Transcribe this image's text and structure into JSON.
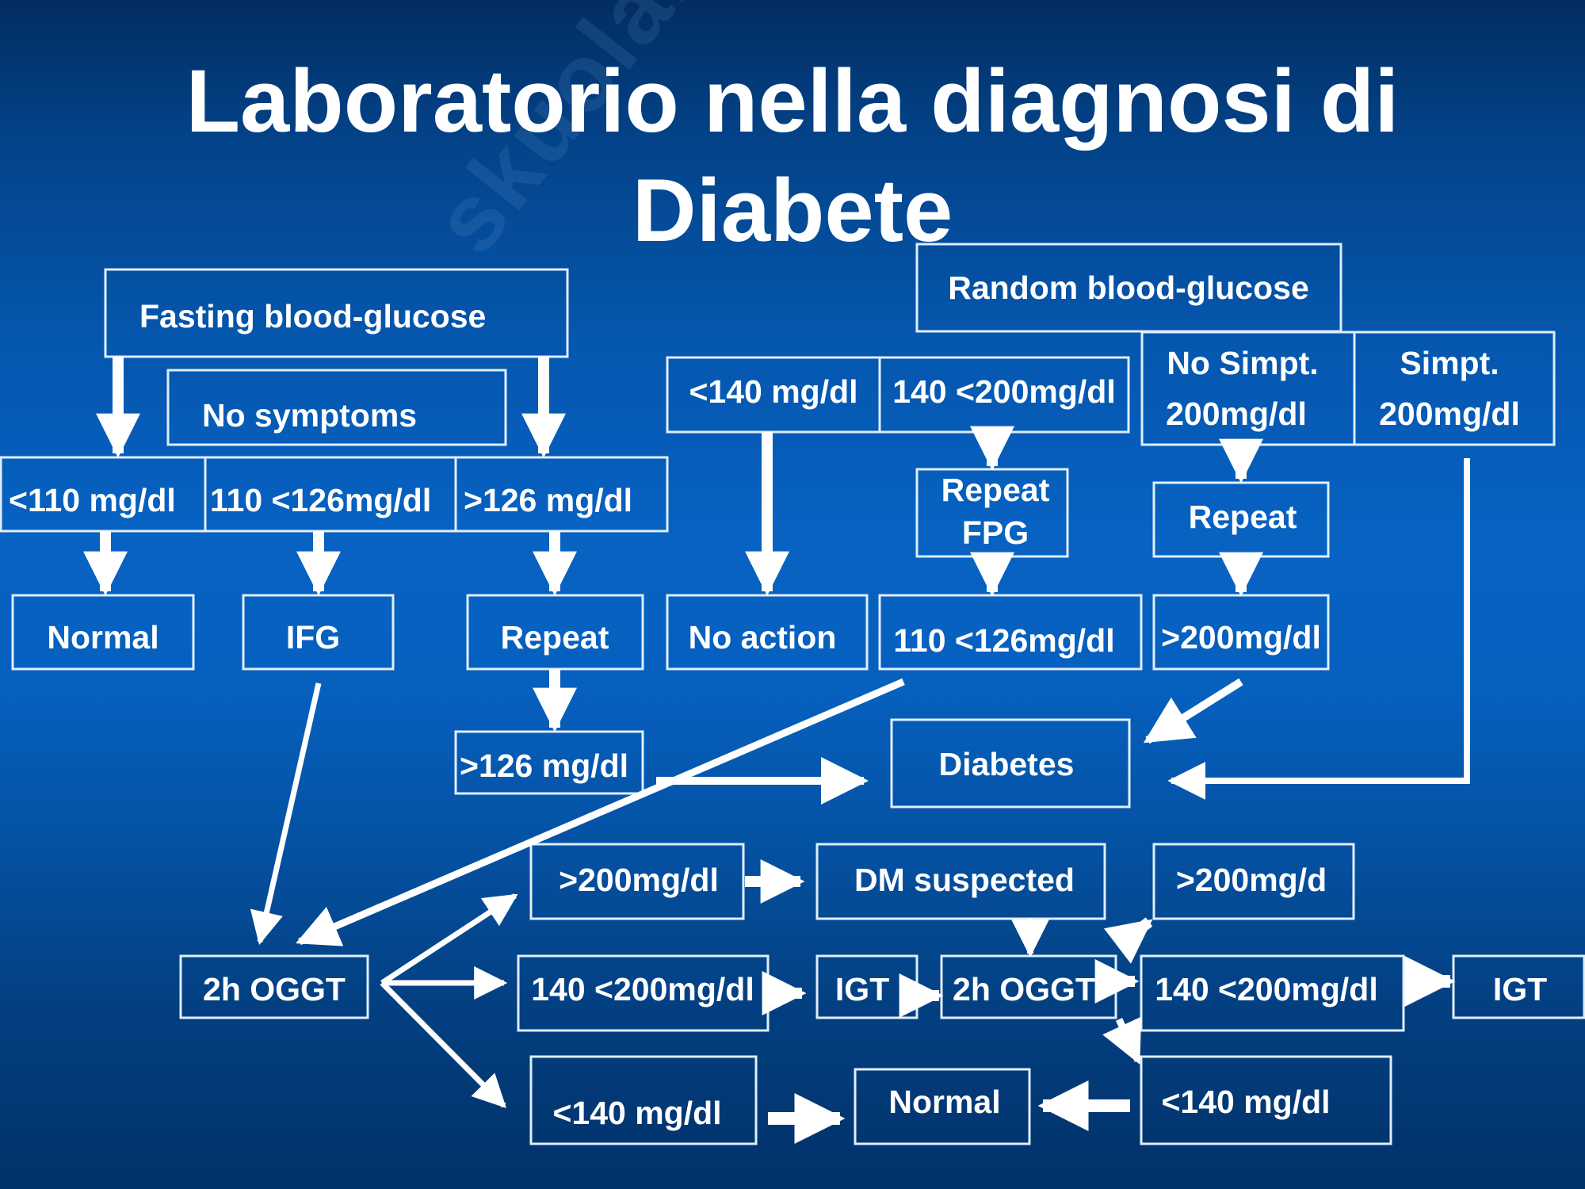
{
  "slide": {
    "title_line1": "Laboratorio nella diagnosi di",
    "title_line2": "Diabete",
    "watermark": "skuola.net",
    "colors": {
      "background_top": "#022d62",
      "background_mid": "#0762c2",
      "box_stroke": "#dfeefb",
      "text": "#ffffff",
      "arrow": "#ffffff"
    }
  },
  "fasting": {
    "header": "Fasting blood-glucose",
    "condition": "No symptoms",
    "ranges": [
      "<110 mg/dl",
      "110 <126mg/dl",
      ">126 mg/dl"
    ],
    "outcomes": [
      "Normal",
      "IFG",
      "Repeat"
    ],
    "repeat_result": ">126 mg/dl"
  },
  "random": {
    "header": "Random blood-glucose",
    "ranges": [
      "<140 mg/dl",
      "140 <200mg/dl"
    ],
    "no_symptoms": {
      "line1": "No Simpt.",
      "line2": "200mg/dl"
    },
    "symptoms": {
      "line1": "Simpt.",
      "line2": "200mg/dl"
    },
    "no_action": "No action",
    "repeat_fpg": {
      "line1": "Repeat",
      "line2": "FPG"
    },
    "repeat": "Repeat",
    "fpg_result": "110 <126mg/dl",
    "repeat_result": ">200mg/dl"
  },
  "diagnosis": {
    "diabetes": "Diabetes"
  },
  "ogtt": {
    "left_test": "2h OGGT",
    "left_results": [
      ">200mg/dl",
      "140 <200mg/dl",
      "<140 mg/dl"
    ],
    "dm_suspected": "DM suspected",
    "igt_left": "IGT",
    "right_test": "2h OGGT",
    "right_results": [
      ">200mg/d",
      "140 <200mg/dl",
      "<140 mg/dl"
    ],
    "igt_right": "IGT",
    "normal": "Normal"
  }
}
